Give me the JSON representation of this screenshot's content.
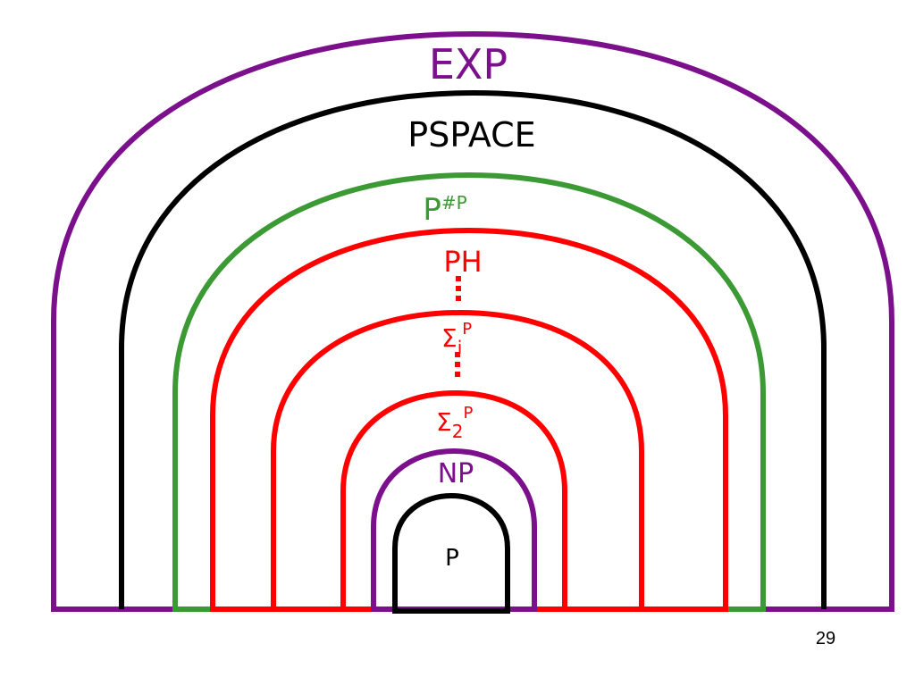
{
  "diagram": {
    "colors": {
      "purple": "#7b0f8c",
      "black": "#000000",
      "green": "#3c9a34",
      "red": "#ff0000"
    },
    "classes": [
      {
        "id": "exp",
        "label": "EXP",
        "color": "purple"
      },
      {
        "id": "pspace",
        "label": "PSPACE",
        "color": "black"
      },
      {
        "id": "psharpp",
        "label": "P",
        "sup": "#P",
        "color": "green"
      },
      {
        "id": "ph",
        "label": "PH",
        "color": "red"
      },
      {
        "id": "sigma-i",
        "label": "Σ",
        "sub": "i",
        "sup": "P",
        "color": "red"
      },
      {
        "id": "sigma-2",
        "label": "Σ",
        "sub": "2",
        "sup": "P",
        "color": "red"
      },
      {
        "id": "np",
        "label": "NP",
        "color": "purple"
      },
      {
        "id": "p",
        "label": "P",
        "color": "black"
      }
    ]
  },
  "footer": {
    "slide_number": "29"
  }
}
